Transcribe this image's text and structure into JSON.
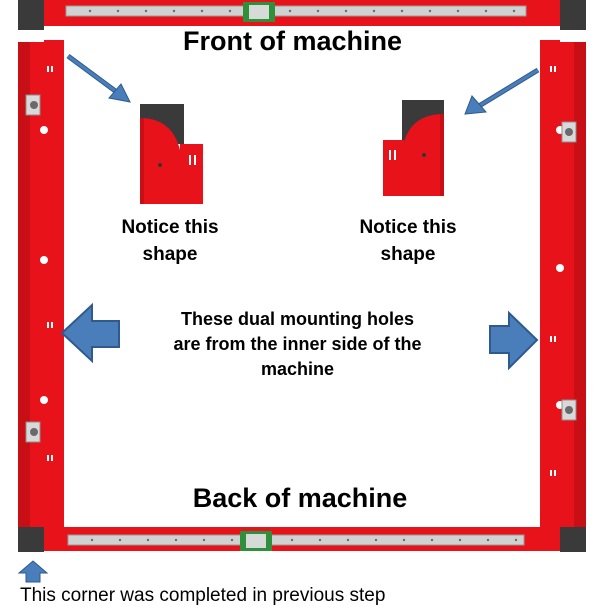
{
  "labels": {
    "front": "Front of machine",
    "back": "Back of machine",
    "notice_left_1": "Notice this",
    "notice_left_2": "shape",
    "notice_right_1": "Notice this",
    "notice_right_2": "shape",
    "center_1": "These dual mounting holes",
    "center_2": "are from the inner side of the",
    "center_3": "machine",
    "footer": "This corner was completed in previous step"
  },
  "colors": {
    "frame_red": "#e8121a",
    "rail_gray": "#cfd2d0",
    "carriage_green": "#2f8f3a",
    "dark_gray": "#3a3a3a",
    "arrow_blue": "#4a7ebb",
    "arrow_outline": "#2e5a8e"
  },
  "icons": {
    "pointer_arrows": "diagonal-blue-arrow",
    "side_arrows": "block-arrow-blue",
    "footer_arrow": "up-arrow-blue"
  }
}
